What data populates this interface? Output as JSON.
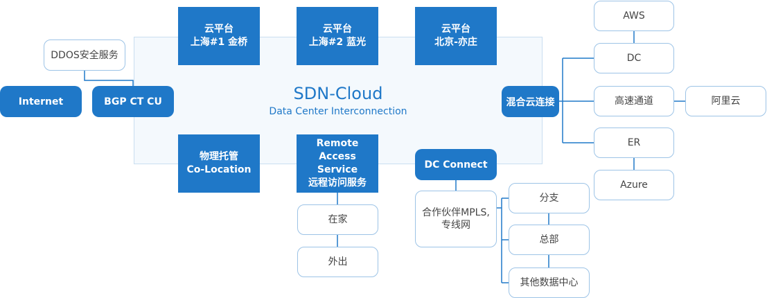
{
  "cloud": {
    "title": "SDN-Cloud",
    "subtitle": "Data Center Interconnection"
  },
  "platforms": [
    {
      "line1": "云平台",
      "line2": "上海#1 金桥"
    },
    {
      "line1": "云平台",
      "line2": "上海#2 蓝光"
    },
    {
      "line1": "云平台",
      "line2": "北京-亦庄"
    }
  ],
  "colocation": {
    "line1": "物理托管",
    "line2": "Co-Location"
  },
  "remote_access": {
    "line1": "Remote Access",
    "line2": "Service",
    "line3": "远程访问服务"
  },
  "remote_children": [
    "在家",
    "外出"
  ],
  "internet": "Internet",
  "bgp": "BGP CT CU",
  "ddos": "DDOS安全服务",
  "dc_connect": "DC Connect",
  "mpls": {
    "line1": "合作伙伴MPLS,",
    "line2": "专线网"
  },
  "mpls_children": [
    "分支",
    "总部",
    "其他数据中心"
  ],
  "hybrid": "混合云连接",
  "hybrid_children": {
    "aws": "AWS",
    "dc": "DC",
    "dedicated": "高速通道",
    "aliyun": "阿里云",
    "er": "ER",
    "azure": "Azure"
  },
  "colors": {
    "primary": "#1f78c8",
    "cloud_fill": "#f4f9fd",
    "outline_border": "#9cc3e6"
  }
}
